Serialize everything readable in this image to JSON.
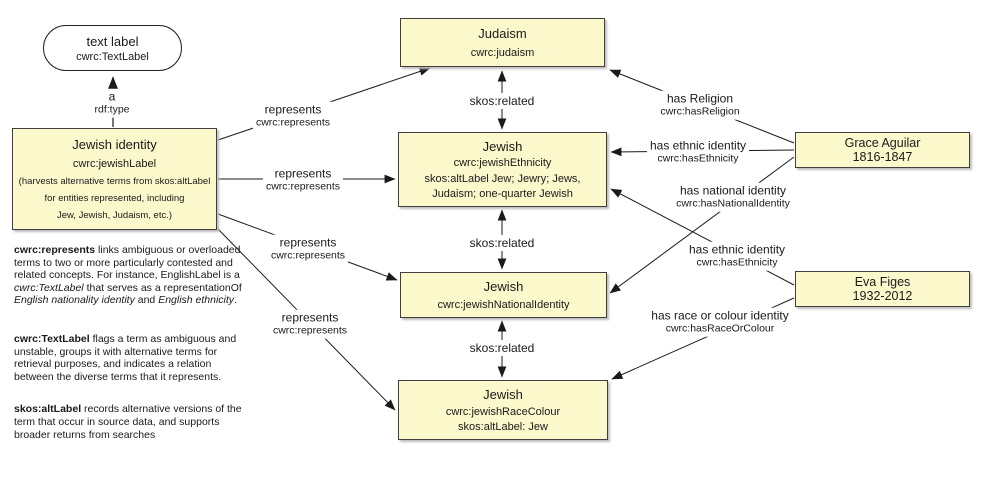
{
  "colors": {
    "node_fill": "#fbf8cc",
    "node_border": "#3f3f3f",
    "line": "#1a1a1a",
    "background": "#ffffff",
    "text": "#1a1a1a"
  },
  "nodes": {
    "text_label": {
      "title": "text label",
      "subtitle": "cwrc:TextLabel"
    },
    "jewish_identity": {
      "title": "Jewish identity",
      "subtitle": "cwrc:jewishLabel",
      "note_line1": "(harvests alternative terms from skos:altLabel",
      "note_line2": "for entities represented, including",
      "note_line3": "Jew, Jewish, Judaism, etc.)"
    },
    "judaism": {
      "title": "Judaism",
      "subtitle": "cwrc:judaism"
    },
    "jewish_ethnicity": {
      "title": "Jewish",
      "subtitle": "cwrc:jewishEthnicity",
      "altlabel_line1": "skos:altLabel Jew; Jewry; Jews,",
      "altlabel_line2": "Judaism; one-quarter Jewish"
    },
    "jewish_national_identity": {
      "title": "Jewish",
      "subtitle": "cwrc:jewishNationalIdentity"
    },
    "jewish_race_colour": {
      "title": "Jewish",
      "subtitle": "cwrc:jewishRaceColour",
      "altlabel": "skos:altLabel: Jew"
    },
    "grace_aguilar": {
      "title": "Grace Aguilar",
      "subtitle": "1816-1847"
    },
    "eva_figes": {
      "title": "Eva Figes",
      "subtitle": "1932-2012"
    }
  },
  "edges": {
    "rdf_type": {
      "label": "a",
      "sublabel": "rdf:type"
    },
    "represents": {
      "label": "represents",
      "sublabel": "cwrc:represents"
    },
    "skos_related": {
      "label": "skos:related"
    },
    "has_religion": {
      "label": "has Religion",
      "sublabel": "cwrc:hasReligion"
    },
    "has_ethnic_identity": {
      "label": "has ethnic identity",
      "sublabel": "cwrc:hasEthnicity"
    },
    "has_national_identity": {
      "label": "has national identity",
      "sublabel": "cwrc:hasNationalIdentity"
    },
    "has_race_or_colour": {
      "label": "has race or colour identity",
      "sublabel": "cwrc:hasRaceOrColour"
    }
  },
  "notes": [
    {
      "segments": [
        {
          "text": "cwrc:represents"
        },
        {
          "text": " links ambiguous or overloaded terms to two or more particularly contested and related concepts. For instance, EnglishLabel is a "
        },
        {
          "text": "cwrc:TextLabel"
        },
        {
          "text": " that serves as a representationOf "
        },
        {
          "text": "English nationality identity"
        },
        {
          "text": " and "
        },
        {
          "text": "English ethnicity"
        },
        {
          "text": "."
        }
      ]
    },
    {
      "segments": [
        {
          "text": "cwrc:TextLabel"
        },
        {
          "text": " flags a term as ambiguous and unstable, groups it with alternative terms for retrieval purposes, and indicates a relation between the diverse terms that it represents."
        }
      ]
    },
    {
      "segments": [
        {
          "text": "skos:altLabel"
        },
        {
          "text": " records alternative versions of the term that occur in source data, and supports broader returns from searches"
        }
      ]
    }
  ]
}
